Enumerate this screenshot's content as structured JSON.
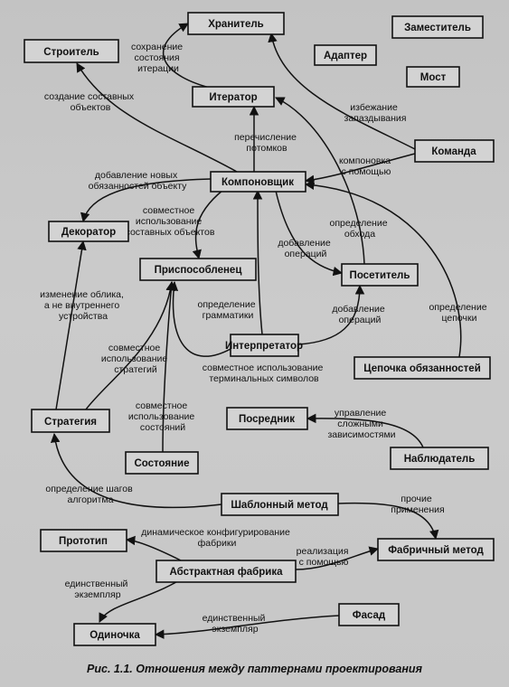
{
  "caption": "Рис. 1.1. Отношения между паттернами проектирования",
  "nodes": {
    "keeper": "Хранитель",
    "builder": "Строитель",
    "deputy": "Заместитель",
    "adapter": "Адаптер",
    "bridge": "Мост",
    "iterator": "Итератор",
    "command": "Команда",
    "composite": "Компоновщик",
    "decorator": "Декоратор",
    "flyweight": "Приспособленец",
    "visitor": "Посетитель",
    "interpreter": "Интерпретатор",
    "chain": "Цепочка обязанностей",
    "strategy": "Стратегия",
    "mediator": "Посредник",
    "state": "Состояние",
    "observer": "Наблюдатель",
    "template": "Шаблонный метод",
    "prototype": "Прототип",
    "factory_method": "Фабричный метод",
    "abstract_factory": "Абстрактная фабрика",
    "facade": "Фасад",
    "singleton": "Одиночка"
  },
  "labels": {
    "keeper_state": [
      "сохранение",
      "состояния",
      "итерации"
    ],
    "composite_objects": [
      "создание составных",
      "объектов"
    ],
    "undo": [
      "избежание",
      "запаздывания"
    ],
    "enum_children": [
      "перечисление",
      "потомков"
    ],
    "compose_with": [
      "компоновка",
      "с помощью"
    ],
    "add_duties": [
      "добавление новых",
      "обязанностей объекту"
    ],
    "share_composite": [
      "совместное",
      "использование",
      "составных объектов"
    ],
    "traversal": [
      "определение",
      "обхода"
    ],
    "add_ops_1": [
      "добавление",
      "операций"
    ],
    "change_skin": [
      "изменение облика,",
      "а не внутреннего",
      "устройства"
    ],
    "grammar": [
      "определение",
      "грамматики"
    ],
    "add_ops_2": [
      "добавление",
      "операций"
    ],
    "chain_def": [
      "определение",
      "цепочки"
    ],
    "share_strategies": [
      "совместное",
      "использование",
      "стратегий"
    ],
    "share_terminals": [
      "совместное использование",
      "терминальных символов"
    ],
    "share_states": [
      "совместное",
      "использование",
      "состояний"
    ],
    "complex_deps": [
      "управление",
      "сложными",
      "зависимостями"
    ],
    "alg_steps": [
      "определение шагов",
      "алгоритма"
    ],
    "frequent_use": [
      "прочие",
      "применения"
    ],
    "dyn_config": [
      "динамическое конфигурирование",
      "фабрики"
    ],
    "impl_with": [
      "реализация",
      "с помощью"
    ],
    "single_inst_1": [
      "единственный",
      "экземпляр"
    ],
    "single_inst_2": [
      "единственный",
      "экземпляр"
    ]
  }
}
